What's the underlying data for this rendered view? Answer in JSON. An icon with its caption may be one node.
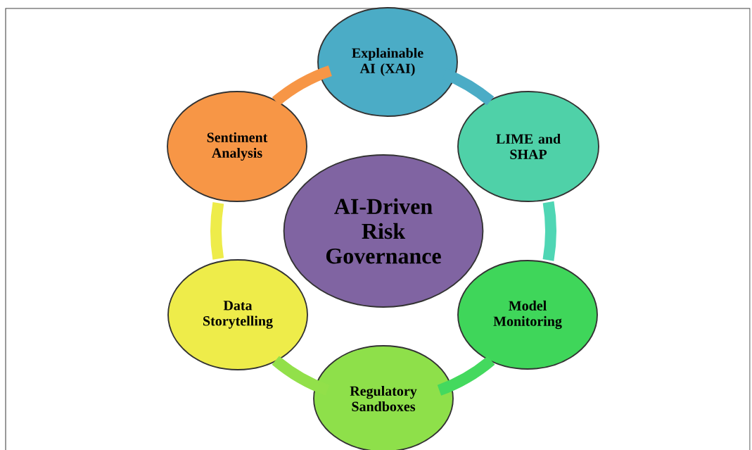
{
  "diagram": {
    "nodes": [
      {
        "text": [
          "AI-Driven Risk Governance"
        ]
      },
      {
        "text": [
          "Explainable AI (XAI)"
        ]
      },
      {
        "text": [
          "LIME and SHAP"
        ]
      },
      {
        "text": [
          "Model Monitoring"
        ]
      },
      {
        "text": [
          "Regulatory Sandboxes"
        ]
      },
      {
        "text": [
          "Data Storytelling"
        ]
      },
      {
        "text": [
          "Sentiment Analysis"
        ]
      }
    ],
    "edges": [
      {
        "from": 1,
        "to": 2,
        "arrow": "none",
        "color": "#4bacc6"
      },
      {
        "from": 2,
        "to": 3,
        "arrow": "none",
        "color": "#4fd6b4"
      },
      {
        "from": 3,
        "to": 4,
        "arrow": "none",
        "color": "#44d95e"
      },
      {
        "from": 4,
        "to": 5,
        "arrow": "none",
        "color": "#92e04a"
      },
      {
        "from": 5,
        "to": 6,
        "arrow": "none",
        "color": "#eeec4a"
      },
      {
        "from": 6,
        "to": 1,
        "arrow": "none",
        "color": "#f79646"
      }
    ]
  }
}
